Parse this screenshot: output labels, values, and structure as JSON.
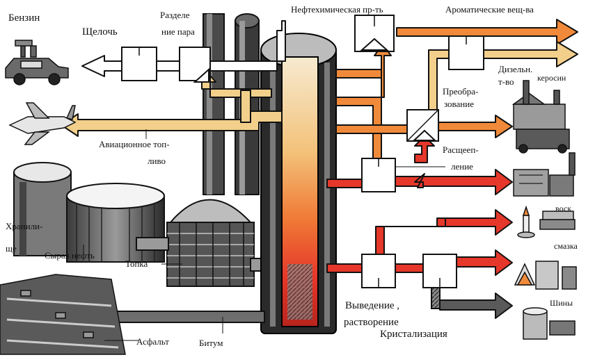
{
  "labels": {
    "gasoline": "Бензин",
    "alkali": "Щелочь",
    "separation_1": "Разделе",
    "separation_2": "ние пара",
    "petrochem": "Нефтехимическая пр-ть",
    "aromatics": "Ароматические вещ-ва",
    "diesel_1": "Дизельн.",
    "diesel_2": "т-во",
    "kerosene": "керосин",
    "reform_1": "Преобра-",
    "reform_2": "зование",
    "cracking_1": "Расщееп-",
    "cracking_2": "ление",
    "aviation_1": "Авиационное топ-",
    "aviation_2": "ливо",
    "wax": "воск",
    "storage_1": "Хранили-",
    "storage_2": "ще",
    "crude": "Сырая нефть",
    "furnace": "Топка",
    "grease": "смазка",
    "extraction_1": "Выведение ,",
    "extraction_2": "растворение",
    "crystallization": "Кристализация",
    "tires": "Шины",
    "asphalt": "Асфальт",
    "bitumen": "Битум"
  },
  "colors": {
    "pipe_yellow": "#f2cf8a",
    "pipe_orange": "#f08a3a",
    "pipe_red": "#e5372a",
    "pipe_white": "#ffffff",
    "pipe_gray": "#6e6e6e",
    "column_dark": "#2a2a2a"
  }
}
